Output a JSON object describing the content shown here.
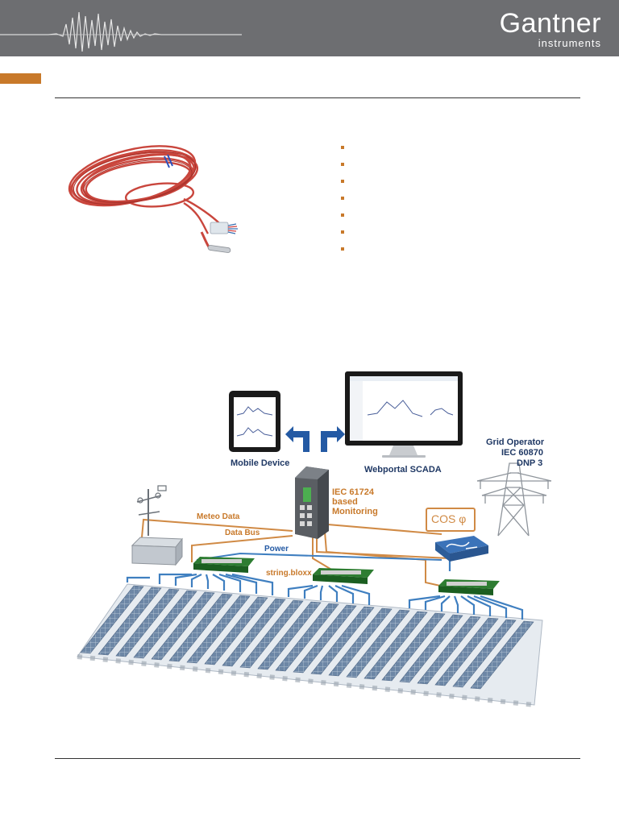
{
  "header": {
    "logo_main": "Gantner",
    "logo_sub": "instruments"
  },
  "product": {
    "bullet_count": 7
  },
  "diagram": {
    "mobile_device": "Mobile Device",
    "webportal": "Webportal SCADA",
    "grid_operator": "Grid Operator",
    "iec_60870": "IEC 60870",
    "dnp3": "DNP 3",
    "iec_61724_l1": "IEC 61724",
    "iec_61724_l2": "based",
    "iec_61724_l3": "Monitoring",
    "meteo_data": "Meteo Data",
    "data_bus": "Data Bus",
    "power": "Power",
    "string_bloxx": "string.bloxx",
    "cos_phi": "COS φ"
  },
  "colors": {
    "header_gray": "#6d6e71",
    "accent_orange": "#c8792a",
    "label_navy": "#1f3864",
    "cable_blue": "#3f7fc0",
    "cable_red": "#c9463d"
  }
}
